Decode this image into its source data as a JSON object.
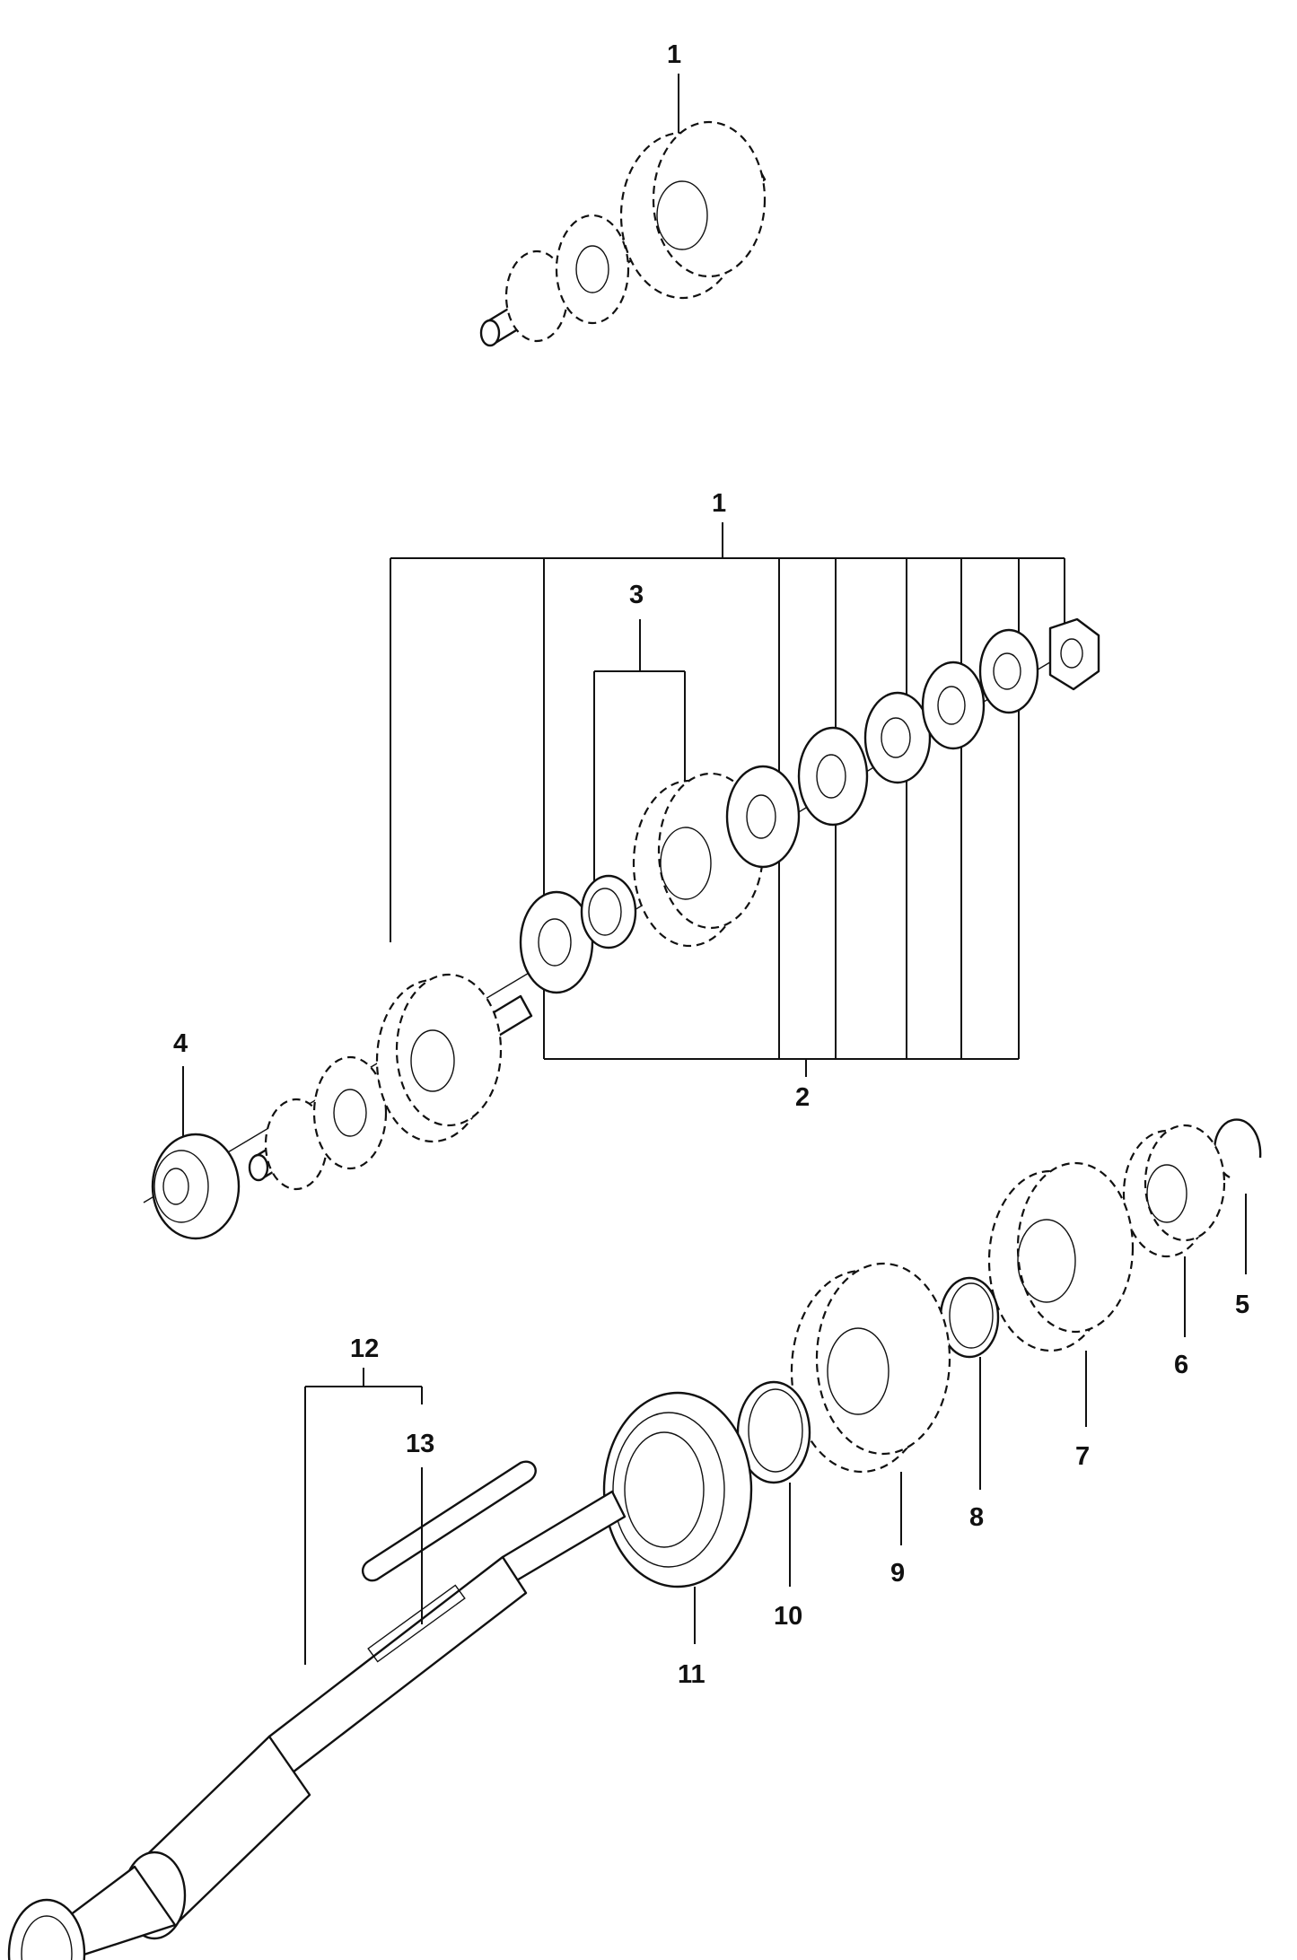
{
  "callouts": {
    "c1_top": "1",
    "c1_assembly": "1",
    "c2": "2",
    "c3": "3",
    "c4": "4",
    "c5": "5",
    "c6": "6",
    "c7": "7",
    "c8": "8",
    "c9": "9",
    "c10": "10",
    "c11": "11",
    "c12": "12",
    "c13": "13"
  }
}
